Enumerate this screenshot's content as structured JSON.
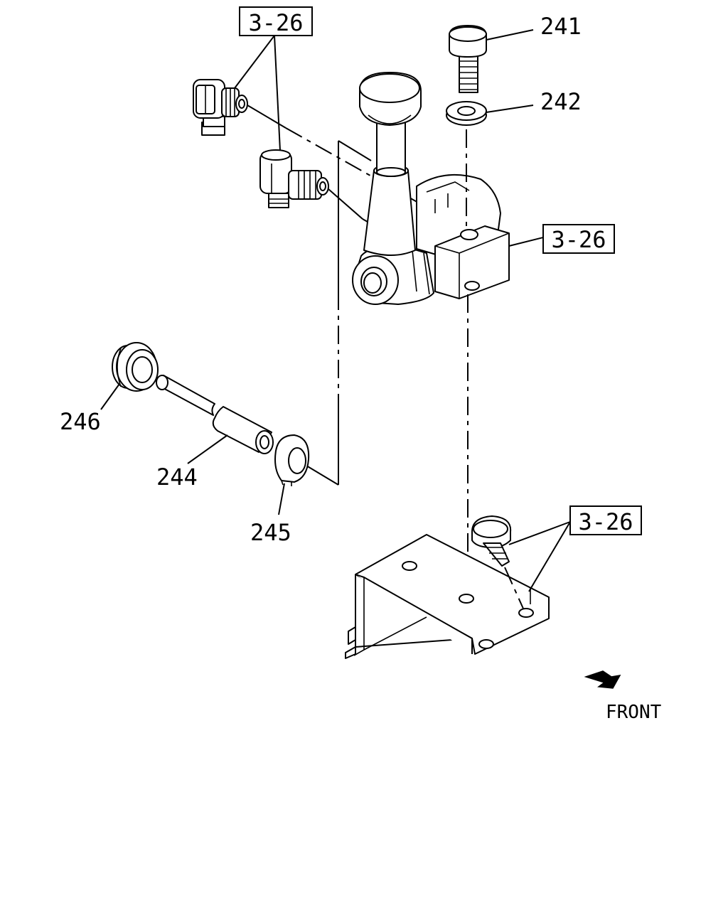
{
  "callouts": {
    "p241": "241",
    "p242": "242",
    "p244": "244",
    "p245": "245",
    "p246": "246"
  },
  "refs": {
    "top": "3-26",
    "valve": "3-26",
    "bracket": "3-26"
  },
  "front": {
    "label": "FRONT",
    "icon": "front-arrow-icon"
  }
}
